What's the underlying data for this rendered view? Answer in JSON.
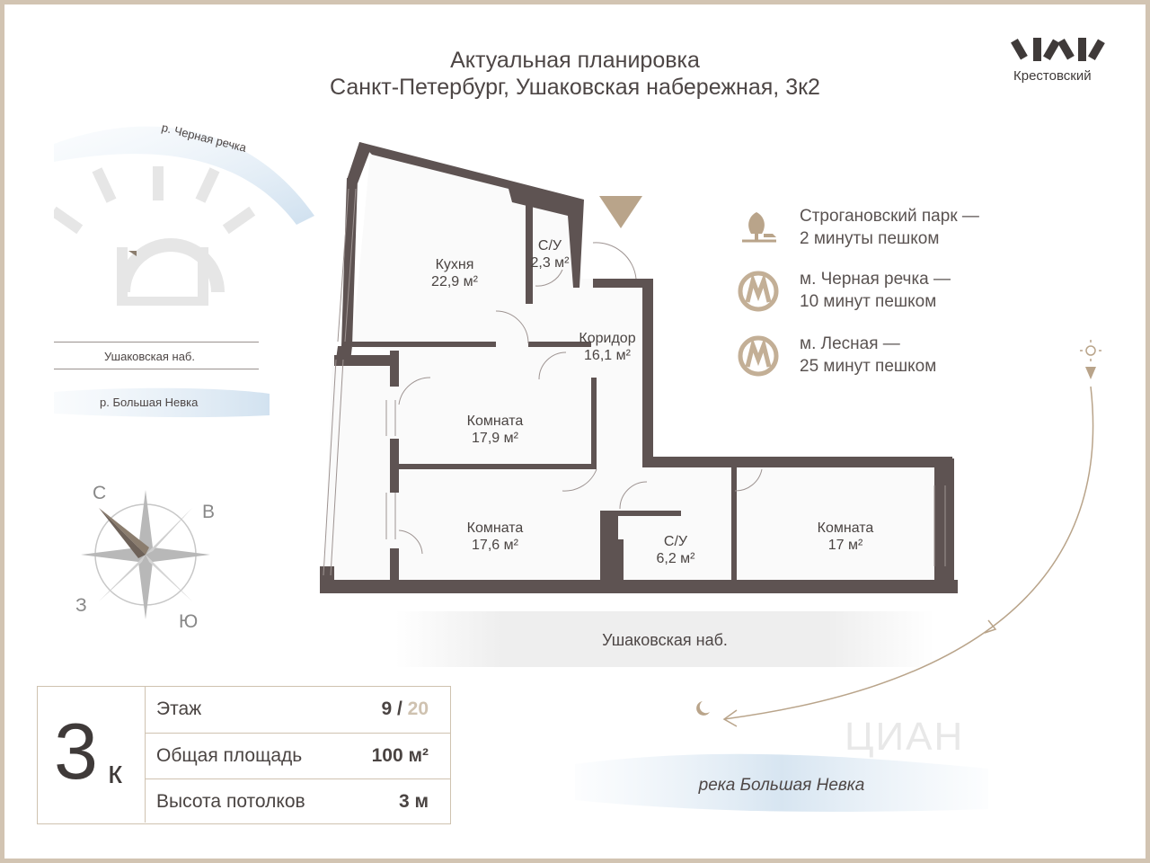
{
  "header": {
    "title": "Актуальная планировка",
    "address": "Санкт-Петербург, Ушаковская набережная, 3к2"
  },
  "logo": {
    "text": "Крестовский"
  },
  "surroundings": {
    "river_top": "р. Черная речка",
    "embankment_left": "Ушаковская наб.",
    "river_left": "р. Большая Невка",
    "embankment_bottom": "Ушаковская наб.",
    "river_bottom": "река Большая Невка"
  },
  "compass": {
    "north": "С",
    "east": "В",
    "west": "З",
    "south": "Ю"
  },
  "rooms": [
    {
      "name": "Кухня",
      "area": "22,9 м²"
    },
    {
      "name": "С/У",
      "area": "2,3 м²"
    },
    {
      "name": "Коридор",
      "area": "16,1 м²"
    },
    {
      "name": "Комната",
      "area": "17,9 м²"
    },
    {
      "name": "Комната",
      "area": "17,6 м²"
    },
    {
      "name": "С/У",
      "area": "6,2 м²"
    },
    {
      "name": "Комната",
      "area": "17 м²"
    }
  ],
  "poi": [
    {
      "icon": "park-icon",
      "line1": "Строгановский парк —",
      "line2": "2 минуты пешком"
    },
    {
      "icon": "metro-icon",
      "line1": "м. Черная речка  —",
      "line2": "10 минут пешком"
    },
    {
      "icon": "metro-icon",
      "line1": "м. Лесная  —",
      "line2": "25 минут пешком"
    }
  ],
  "info": {
    "rooms_number": "3",
    "rooms_suffix": "к",
    "floor_label": "Этаж",
    "floor_value": "9",
    "floor_separator": " / ",
    "floor_total": "20",
    "area_label": "Общая площадь",
    "area_value": "100 м²",
    "height_label": "Высота потолков",
    "height_value": "3 м"
  },
  "watermark": "ЦИАН",
  "colors": {
    "wall": "#5e5352",
    "accent": "#b9a48a",
    "border": "#d2c4b2",
    "water": "#dbe8f3"
  }
}
